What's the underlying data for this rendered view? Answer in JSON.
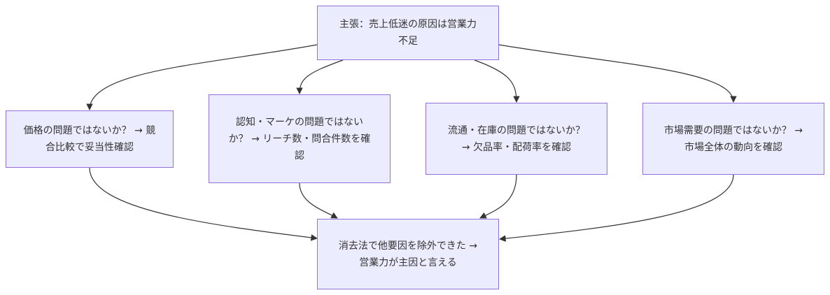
{
  "nodes": {
    "claim": "主張：売上低迷の原因は営業力不足",
    "price": "価格の問題ではないか？ → 競合比較で妥当性確認",
    "awareness": "認知・マーケの問題ではないか？ → リーチ数・問合件数を確認",
    "distribution": "流通・在庫の問題ではないか？ → 欠品率・配荷率を確認",
    "demand": "市場需要の問題ではないか？ → 市場全体の動向を確認",
    "conclusion": "消去法で他要因を除外できた → 営業力が主因と言える"
  },
  "colors": {
    "node_fill": "#ececff",
    "node_border": "#9370db",
    "edge": "#333333",
    "text": "#333333"
  }
}
